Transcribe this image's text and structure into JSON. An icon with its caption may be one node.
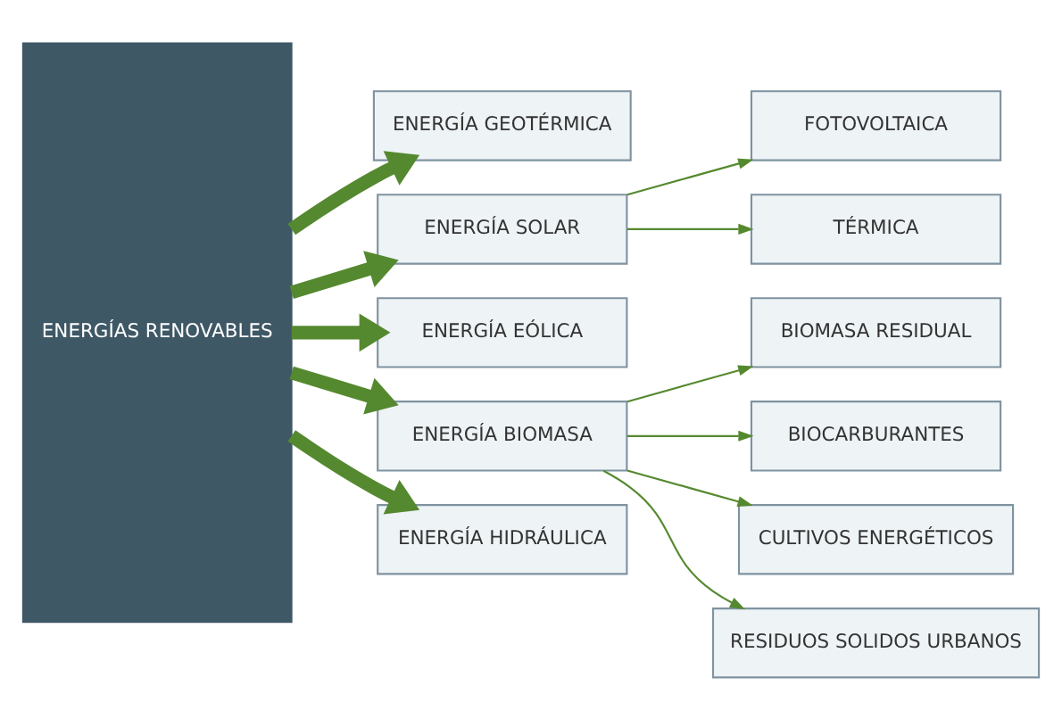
{
  "diagram": {
    "nodes": [
      {
        "text": [
          "ENERGÍAS RENOVABLES"
        ]
      },
      {
        "text": [
          "ENERGÍA GEOTÉRMICA"
        ]
      },
      {
        "text": [
          "ENERGÍA SOLAR"
        ]
      },
      {
        "text": [
          "ENERGÍA EÓLICA"
        ]
      },
      {
        "text": [
          "ENERGÍA BIOMASA"
        ]
      },
      {
        "text": [
          "ENERGÍA HIDRÁULICA"
        ]
      },
      {
        "text": [
          "FOTOVOLTAICA"
        ]
      },
      {
        "text": [
          "TÉRMICA"
        ]
      },
      {
        "text": [
          "BIOMASA RESIDUAL"
        ]
      },
      {
        "text": [
          "BIOCARBURANTES"
        ]
      },
      {
        "text": [
          "CULTIVOS ENERGÉTICOS"
        ]
      },
      {
        "text": [
          "RESIDUOS SOLIDOS URBANOS"
        ]
      }
    ],
    "edges": [
      {
        "from": 0,
        "to": 1,
        "arrow": "to",
        "style": "thick"
      },
      {
        "from": 0,
        "to": 2,
        "arrow": "to",
        "style": "thick"
      },
      {
        "from": 0,
        "to": 3,
        "arrow": "to",
        "style": "thick"
      },
      {
        "from": 0,
        "to": 4,
        "arrow": "to",
        "style": "thick"
      },
      {
        "from": 0,
        "to": 5,
        "arrow": "to",
        "style": "thick"
      },
      {
        "from": 2,
        "to": 6,
        "arrow": "to"
      },
      {
        "from": 2,
        "to": 7,
        "arrow": "to"
      },
      {
        "from": 4,
        "to": 8,
        "arrow": "to"
      },
      {
        "from": 4,
        "to": 9,
        "arrow": "to"
      },
      {
        "from": 4,
        "to": 10,
        "arrow": "to"
      },
      {
        "from": 4,
        "to": 11,
        "arrow": "to"
      }
    ]
  }
}
